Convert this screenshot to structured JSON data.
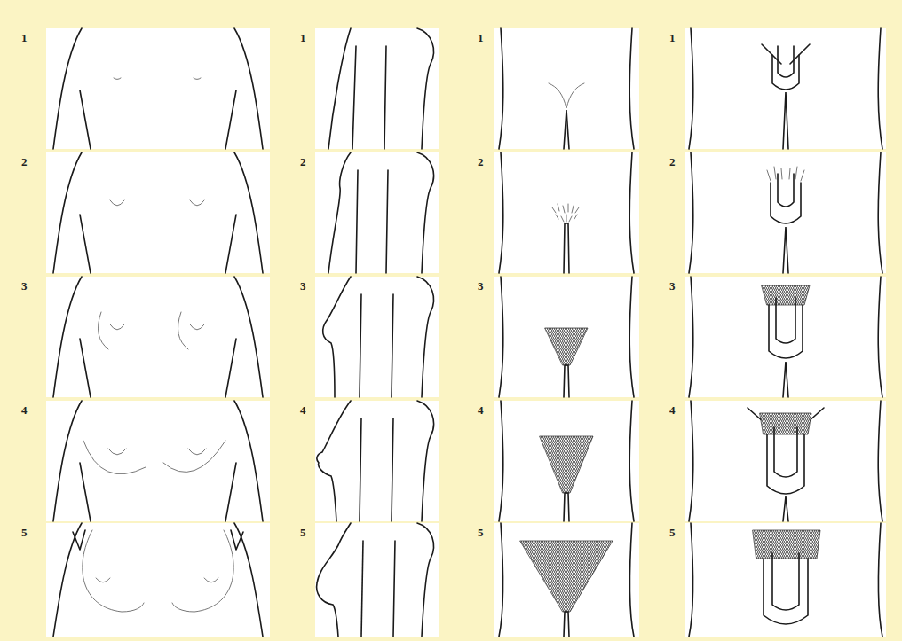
{
  "diagram": {
    "labels": [
      "1",
      "1",
      "1",
      "1",
      "2",
      "2",
      "2",
      "2",
      "3",
      "3",
      "3",
      "3",
      "4",
      "4",
      "4",
      "4",
      "5",
      "5",
      "5",
      "5"
    ]
  }
}
